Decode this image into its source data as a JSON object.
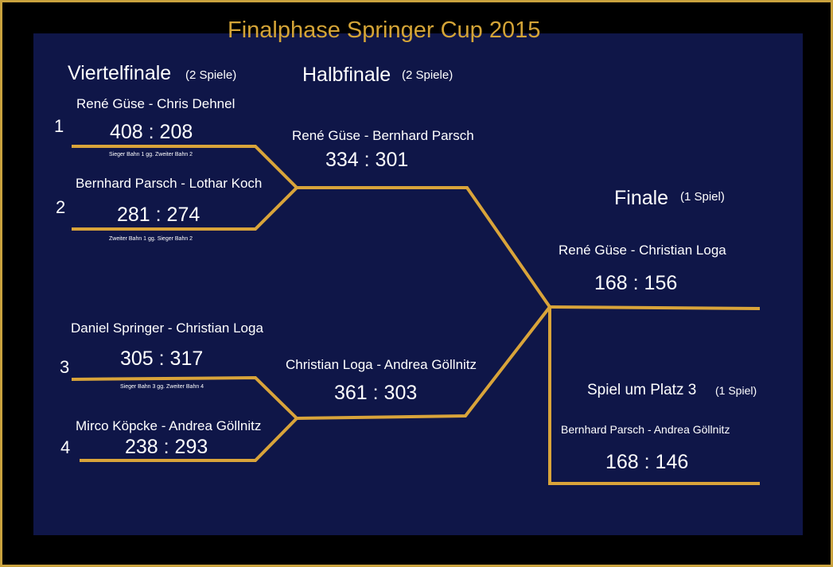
{
  "title": "Finalphase Springer Cup 2015",
  "quarterfinal": {
    "heading": "Viertelfinale",
    "note": "(2 Spiele)",
    "matches": [
      {
        "index": "1",
        "pairing": "René Güse - Chris Dehnel",
        "score": "408 : 208",
        "caption": "Sieger Bahn 1 gg. Zweiter Bahn 2"
      },
      {
        "index": "2",
        "pairing": "Bernhard Parsch - Lothar Koch",
        "score": "281 : 274",
        "caption": "Zweiter Bahn 1 gg. Sieger Bahn 2"
      },
      {
        "index": "3",
        "pairing": "Daniel Springer - Christian Loga",
        "score": "305 : 317",
        "caption": "Sieger Bahn 3 gg. Zweiter Bahn 4"
      },
      {
        "index": "4",
        "pairing": "Mirco Köpcke - Andrea Göllnitz",
        "score": "238 : 293"
      }
    ]
  },
  "semifinal": {
    "heading": "Halbfinale",
    "note": "(2 Spiele)",
    "matches": [
      {
        "pairing": "René Güse - Bernhard Parsch",
        "score": "334 : 301"
      },
      {
        "pairing": "Christian Loga - Andrea Göllnitz",
        "score": "361 : 303"
      }
    ]
  },
  "final": {
    "heading": "Finale",
    "note": "(1 Spiel)",
    "pairing": "René Güse - Christian Loga",
    "score": "168 : 156"
  },
  "third_place": {
    "heading": "Spiel um Platz 3",
    "note": "(1 Spiel)",
    "pairing": "Bernhard Parsch - Andrea Göllnitz",
    "score": "168 : 146"
  },
  "colors": {
    "frame": "#c9a23e",
    "board": "#0f1648",
    "bracket": "#d9a43a",
    "title": "#d4a437",
    "text": "#ffffff"
  }
}
